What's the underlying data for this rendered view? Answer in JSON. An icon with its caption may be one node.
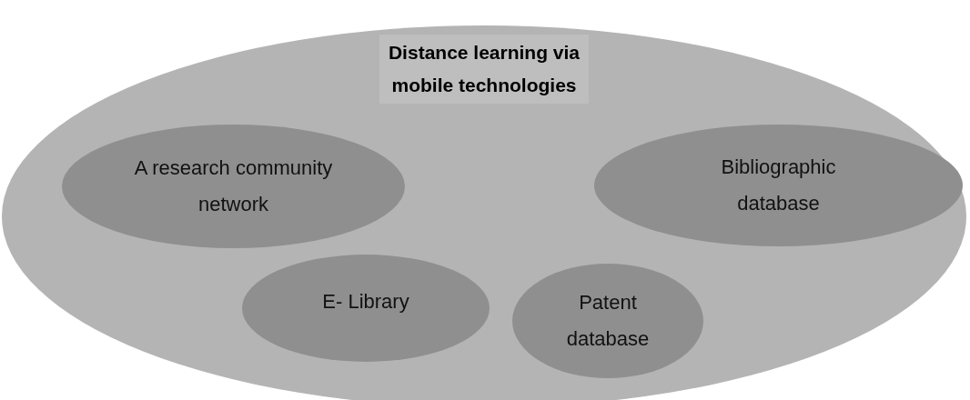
{
  "diagram": {
    "nodes": [
      {
        "text": [
          "Distance learning via mobile technologies"
        ]
      },
      {
        "text": [
          "A research community network"
        ],
        "in": 0
      },
      {
        "text": [
          "Bibliographic database"
        ],
        "in": 0
      },
      {
        "text": [
          "E- Library"
        ],
        "in": 0
      },
      {
        "text": [
          "Patent database"
        ],
        "in": 0
      }
    ]
  }
}
